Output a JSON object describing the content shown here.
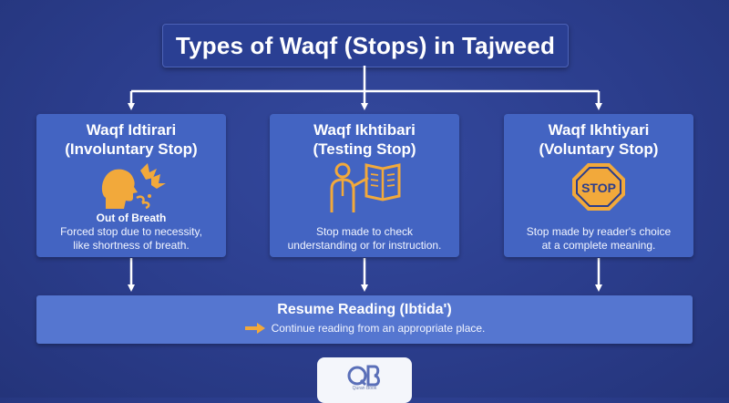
{
  "title": "Types of Waqf (Stops) in Tajweed",
  "cards": [
    {
      "title_line1": "Waqf Idtirari",
      "title_line2": "(Involuntary Stop)",
      "icon": "head-breath-icon",
      "caption": "Out of Breath",
      "desc_line1": "Forced stop due to necessity,",
      "desc_line2": "like shortness of breath."
    },
    {
      "title_line1": "Waqf Ikhtibari",
      "title_line2": "(Testing Stop)",
      "icon": "teacher-book-icon",
      "caption": "",
      "desc_line1": "Stop made to check",
      "desc_line2": "understanding or for instruction."
    },
    {
      "title_line1": "Waqf Ikhtiyari",
      "title_line2": "(Voluntary Stop)",
      "icon": "stop-sign-icon",
      "icon_text": "STOP",
      "caption": "",
      "desc_line1": "Stop made by reader's choice",
      "desc_line2": "at a complete meaning."
    }
  ],
  "resume": {
    "title": "Resume Reading (Ibtida')",
    "text": "Continue reading from an appropriate place.",
    "arrow_icon": "right-arrow-icon"
  },
  "logo": {
    "mark": "QB",
    "text": "Quran Book"
  },
  "colors": {
    "background": "#2b3d8c",
    "card": "#4364c2",
    "resume_bar": "#5576d0",
    "accent": "#f2a93b"
  }
}
